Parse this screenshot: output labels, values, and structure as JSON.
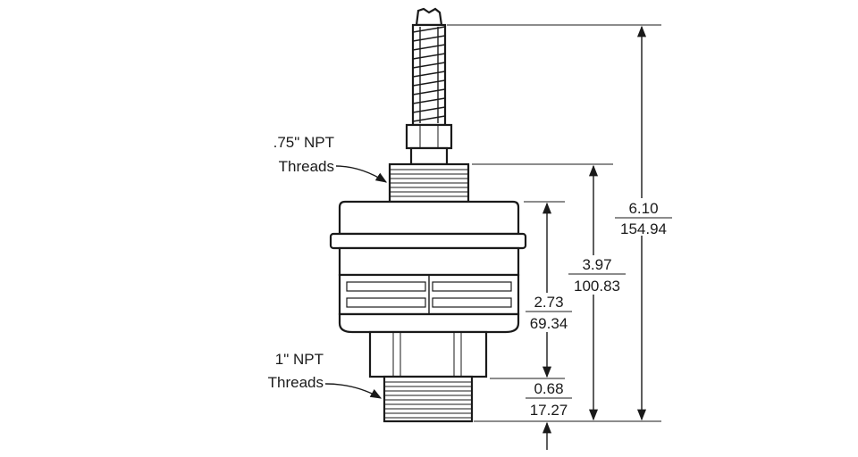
{
  "callouts": {
    "top_threads": {
      "line1": ".75\" NPT",
      "line2": "Threads"
    },
    "bottom_threads": {
      "line1": "1\" NPT",
      "line2": "Threads"
    }
  },
  "dimensions": {
    "overall": {
      "inch": "6.10",
      "mm": "154.94"
    },
    "to_top_thread": {
      "inch": "3.97",
      "mm": "100.83"
    },
    "body": {
      "inch": "2.73",
      "mm": "69.34"
    },
    "bottom_thread": {
      "inch": "0.68",
      "mm": "17.27"
    }
  }
}
